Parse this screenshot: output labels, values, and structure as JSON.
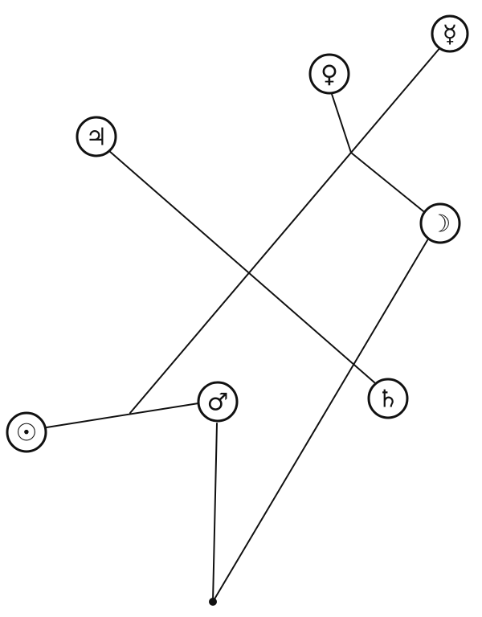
{
  "diagram": {
    "nodes": [
      {
        "id": "mercury",
        "symbol": "☿",
        "icon": "mercury-symbol-icon"
      },
      {
        "id": "venus",
        "symbol": "♀",
        "icon": "venus-symbol-icon"
      },
      {
        "id": "jupiter",
        "symbol": "♃",
        "icon": "jupiter-symbol-icon"
      },
      {
        "id": "moon",
        "symbol": "☽",
        "icon": "moon-symbol-icon"
      },
      {
        "id": "saturn",
        "symbol": "♄",
        "icon": "saturn-symbol-icon"
      },
      {
        "id": "mars",
        "symbol": "♂",
        "icon": "mars-symbol-icon"
      },
      {
        "id": "sun",
        "symbol": "☉",
        "icon": "sun-symbol-icon"
      }
    ],
    "colors": {
      "ink": "#111111",
      "background": "#ffffff"
    }
  }
}
